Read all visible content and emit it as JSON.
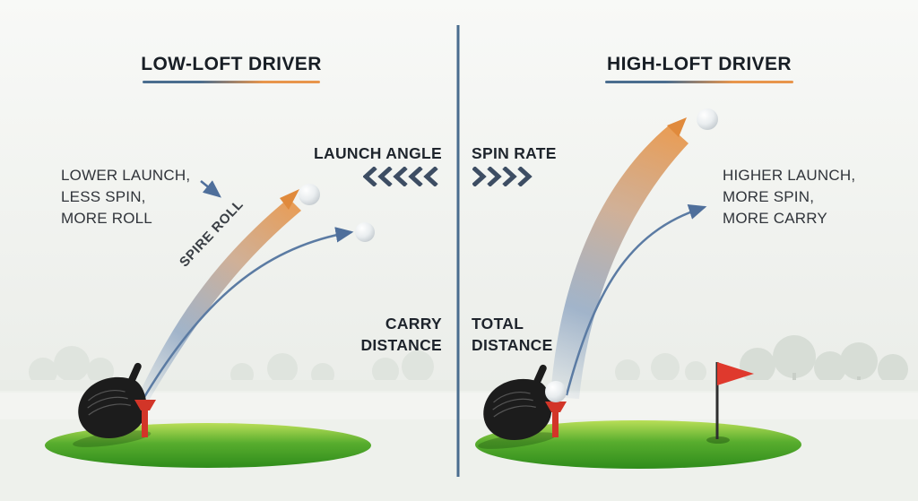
{
  "left_panel": {
    "title": "LOW-LOFT DRIVER",
    "annotation": "LOWER LAUNCH,\nLESS SPIN,\nMORE ROLL",
    "curve_label": "SPIRE ROLL",
    "metric_label": "LAUNCH ANGLE",
    "metric_chevrons_icon": "chevrons-left",
    "distance_label": "CARRY\nDISTANCE"
  },
  "right_panel": {
    "title": "HIGH-LOFT DRIVER",
    "annotation": "HIGHER LAUNCH,\nMORE SPIN,\nMORE CARRY",
    "metric_label": "SPIN RATE",
    "metric_chevrons_icon": "chevrons-right",
    "distance_label": "TOTAL\nDISTANCE"
  },
  "colors": {
    "accent_blue": "#4a6d8f",
    "accent_orange": "#e8954c",
    "turf_green": "#46a126",
    "flag_red": "#df392d",
    "chevron_blue": "#3d4d63",
    "text_dark": "#1e242c"
  }
}
